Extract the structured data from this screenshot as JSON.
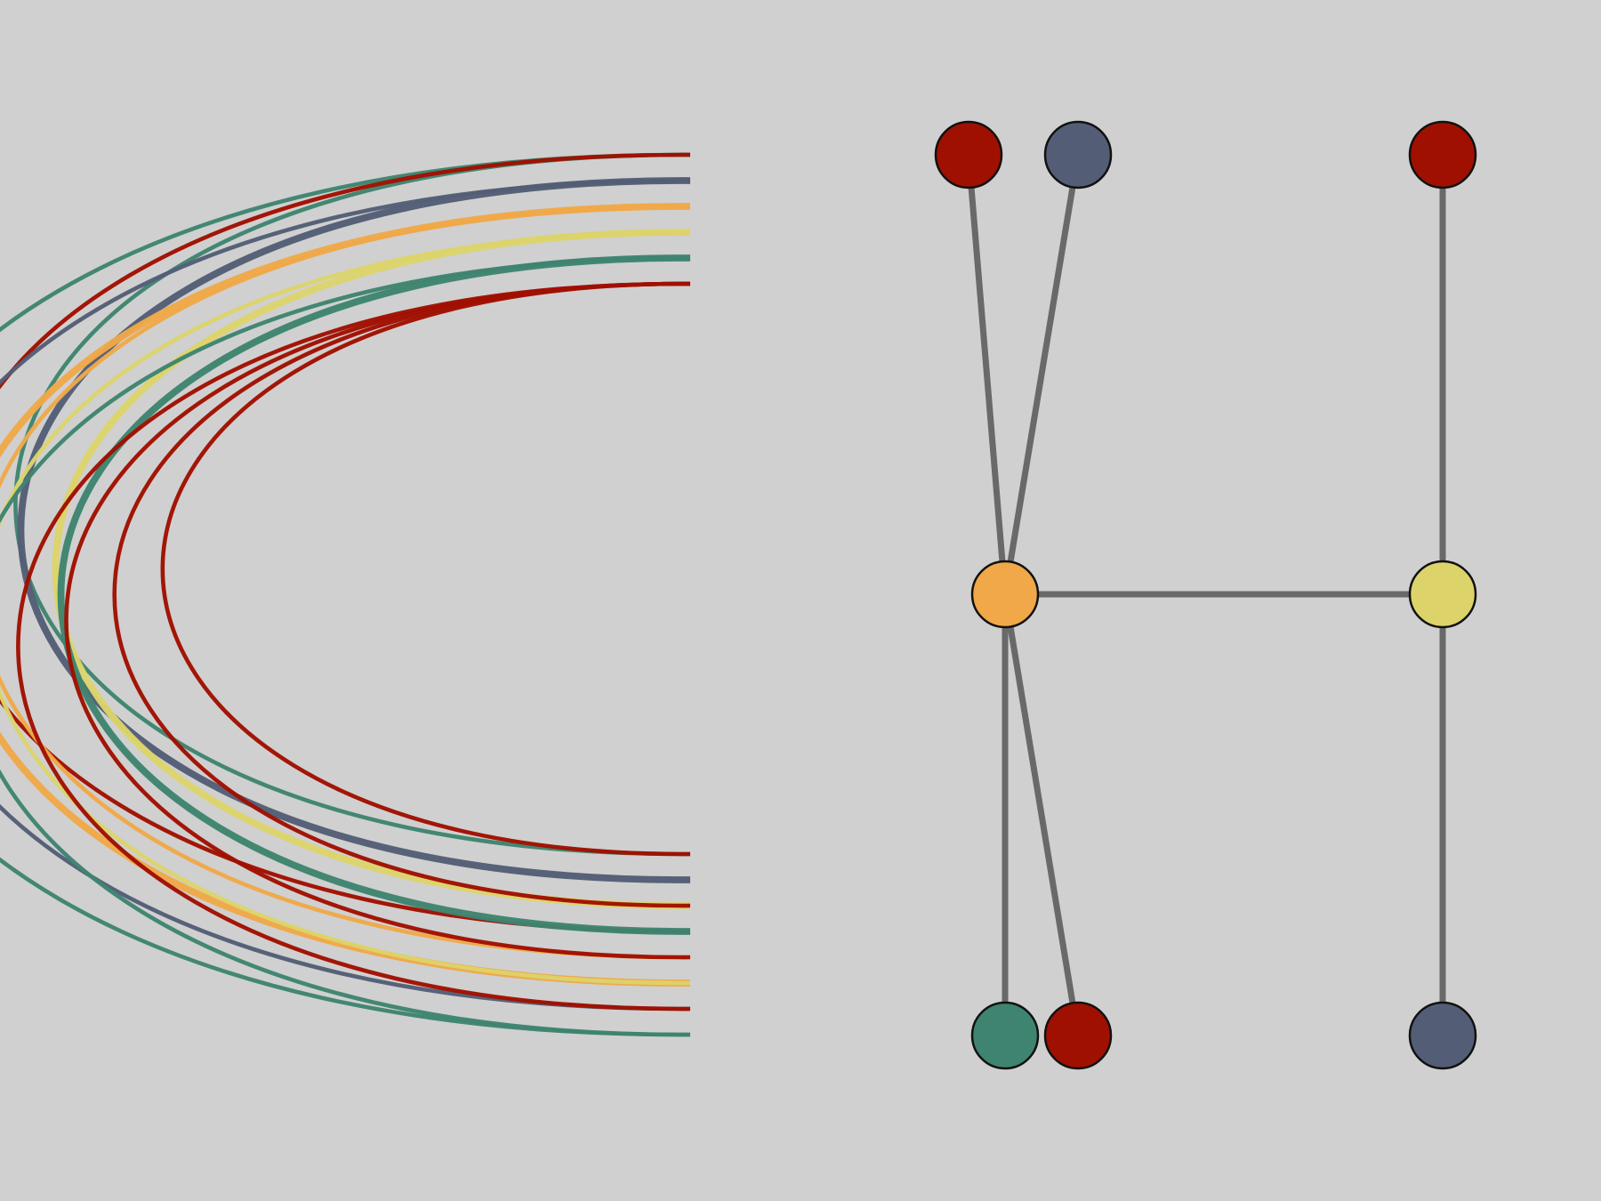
{
  "colors": {
    "background": "#d0d0d0",
    "edge": "#696969",
    "node_outline": "#111111",
    "red": "#a01000",
    "slate": "#535e76",
    "orange": "#f0a848",
    "yellow": "#dcd46a",
    "teal": "#3e8470"
  },
  "ribbon_diagram": {
    "left_ends": [
      "teal",
      "slate",
      "orange",
      "yellow",
      "teal",
      "red"
    ],
    "right_ends": [
      "red",
      "slate",
      "red",
      "teal",
      "red",
      "orange",
      "slate",
      "teal"
    ],
    "flows": [
      {
        "from": 0,
        "to": 0,
        "color": "teal",
        "value": 1
      },
      {
        "from": 0,
        "to": 7,
        "color": "teal",
        "value": 1
      },
      {
        "from": 0,
        "to": 3,
        "color": "red",
        "value": 1
      },
      {
        "from": 1,
        "to": 1,
        "color": "slate",
        "value": 2
      },
      {
        "from": 1,
        "to": 6,
        "color": "slate",
        "value": 1
      },
      {
        "from": 2,
        "to": 5,
        "color": "orange",
        "value": 2
      },
      {
        "from": 2,
        "to": 4,
        "color": "orange",
        "value": 1
      },
      {
        "from": 3,
        "to": 2,
        "color": "yellow",
        "value": 2
      },
      {
        "from": 3,
        "to": 5,
        "color": "yellow",
        "value": 1
      },
      {
        "from": 4,
        "to": 3,
        "color": "teal",
        "value": 2
      },
      {
        "from": 4,
        "to": 7,
        "color": "teal",
        "value": 1
      },
      {
        "from": 5,
        "to": 0,
        "color": "red",
        "value": 1
      },
      {
        "from": 5,
        "to": 2,
        "color": "red",
        "value": 1
      },
      {
        "from": 5,
        "to": 4,
        "color": "red",
        "value": 1
      },
      {
        "from": 5,
        "to": 6,
        "color": "red",
        "value": 1
      }
    ]
  },
  "graph": {
    "nodes": [
      {
        "id": "top-left",
        "color": "red"
      },
      {
        "id": "top-middle",
        "color": "slate"
      },
      {
        "id": "top-right",
        "color": "red"
      },
      {
        "id": "center-left",
        "color": "orange"
      },
      {
        "id": "center-right",
        "color": "yellow"
      },
      {
        "id": "bottom-left",
        "color": "teal"
      },
      {
        "id": "bottom-middle",
        "color": "red"
      },
      {
        "id": "bottom-right",
        "color": "slate"
      }
    ],
    "edges": [
      [
        "top-left",
        "center-left"
      ],
      [
        "top-middle",
        "center-left"
      ],
      [
        "top-right",
        "center-right"
      ],
      [
        "center-left",
        "center-right"
      ],
      [
        "center-left",
        "bottom-left"
      ],
      [
        "center-left",
        "bottom-middle"
      ],
      [
        "center-right",
        "bottom-right"
      ]
    ]
  }
}
